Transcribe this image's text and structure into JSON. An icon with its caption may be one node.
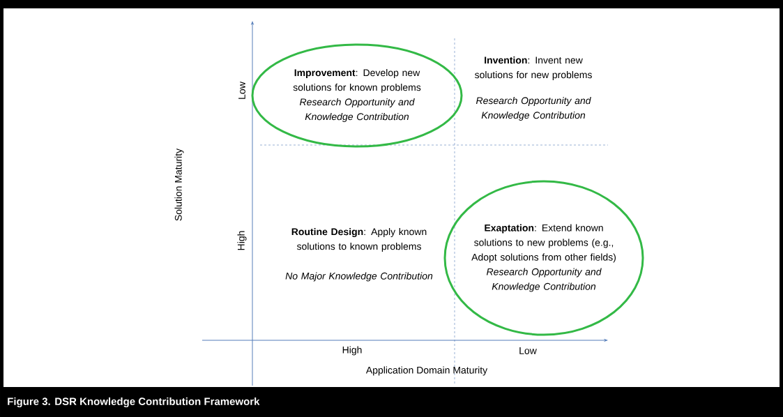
{
  "diagram": {
    "caption": "Figure 3.  DSR Knowledge Contribution Framework",
    "nodes": [
      {
        "text": [
          "**Improvement**: Develop new solutions for known problems",
          "Research Opportunity and Knowledge Contribution"
        ]
      },
      {
        "text": [
          "**Exaptation**: Extend known solutions to new problems (e.g., Adopt solutions from other fields)",
          "Research Opportunity and Knowledge Contribution"
        ]
      }
    ],
    "labels": [
      "Low",
      "**Invention**: Invent new solutions for new problems",
      "Research Opportunity and Knowledge Contribution",
      "Solution Maturity",
      "High",
      "**Routine Design**: Apply known solutions to known problems",
      "No Major Knowledge Contribution",
      "High",
      "Low",
      "Application Domain Maturity"
    ]
  }
}
